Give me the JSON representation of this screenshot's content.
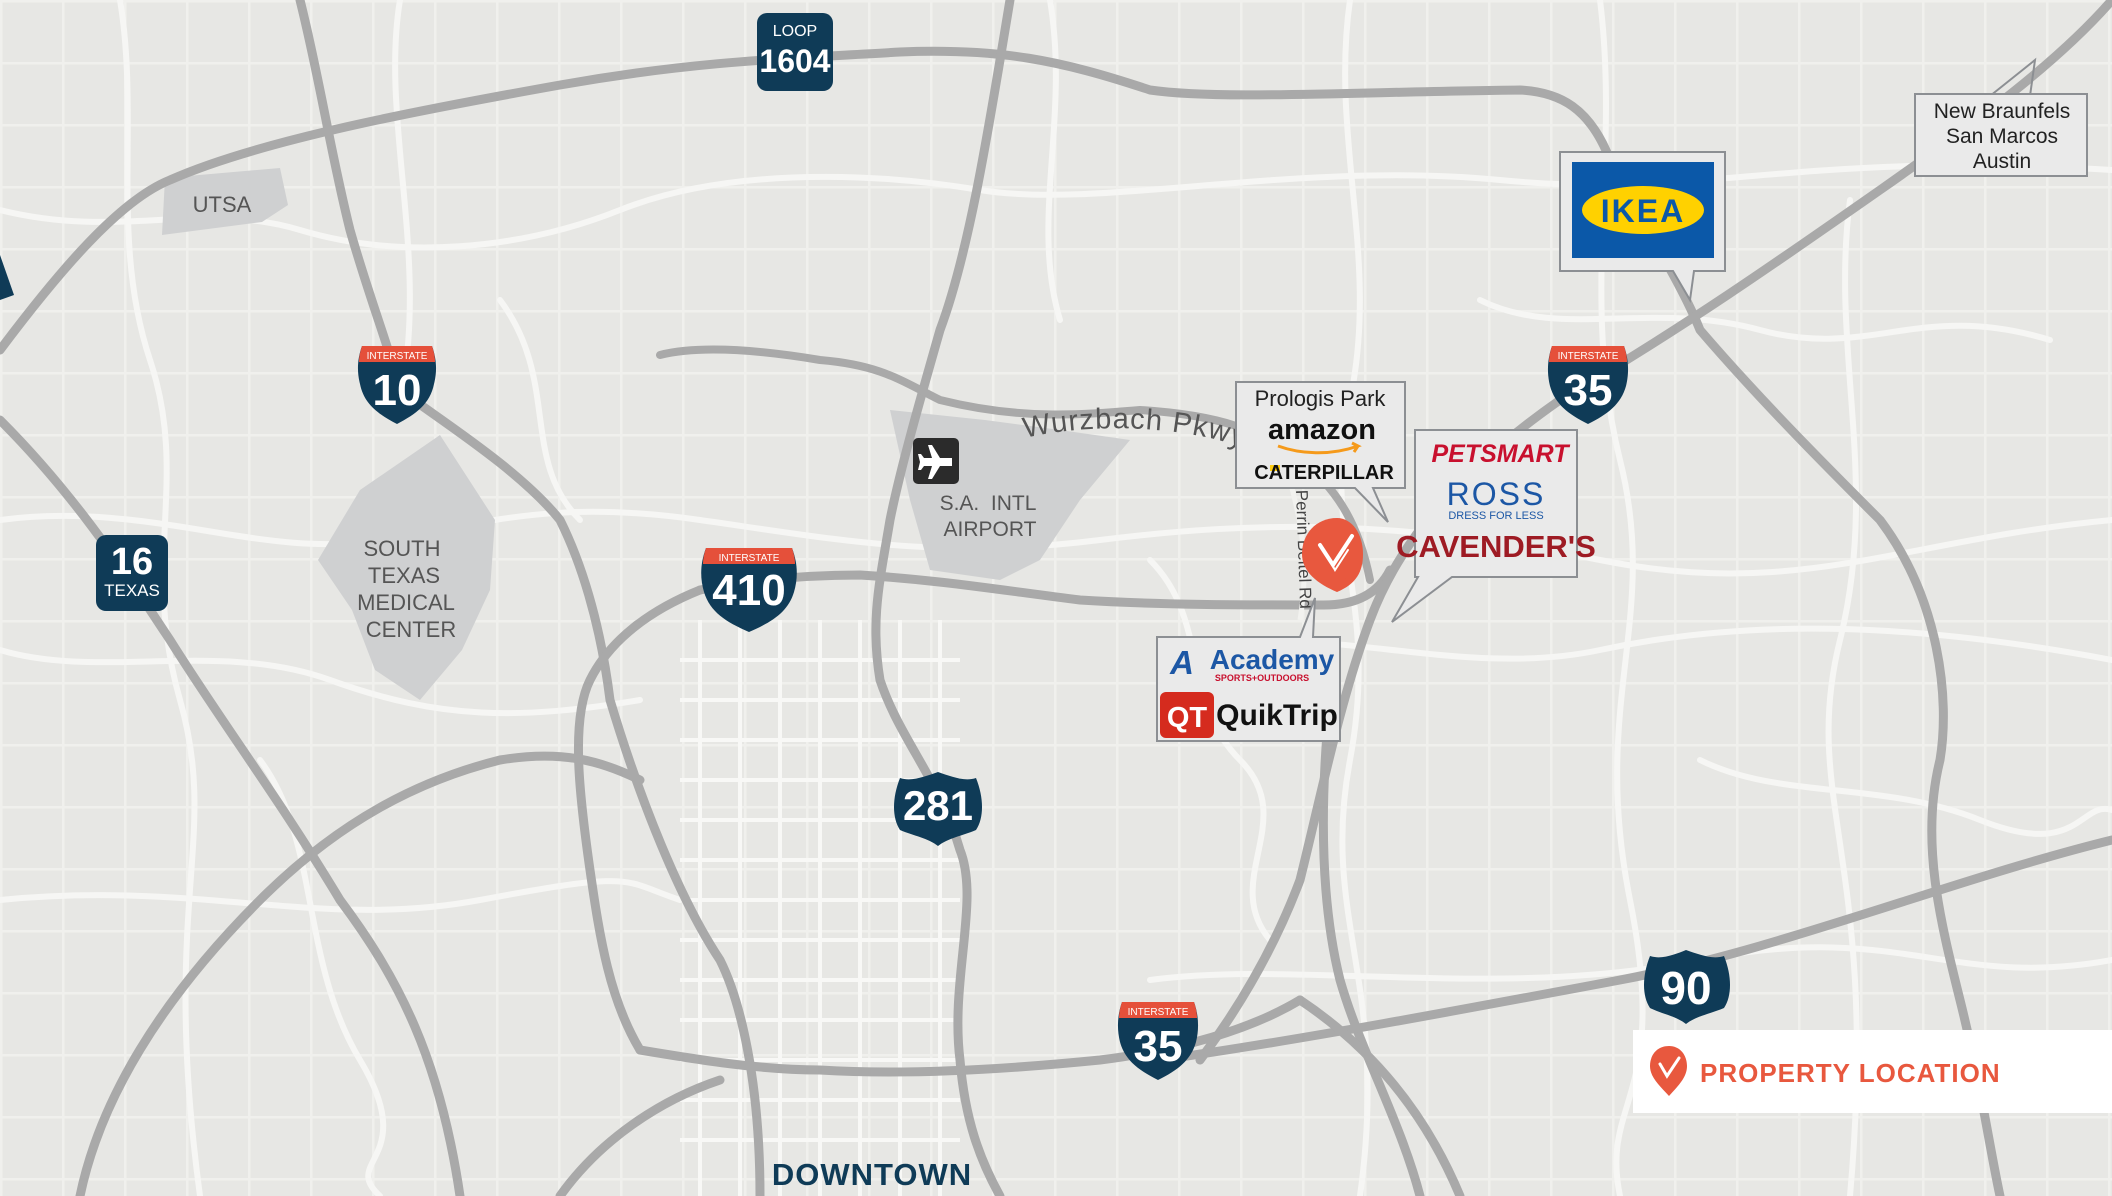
{
  "colors": {
    "land": "#e7e7e4",
    "minor_road": "#f6f6f4",
    "major_road": "#a9a9a9",
    "area_fill": "#cfd0d1",
    "shield_dark": "#0f3b57",
    "shield_red": "#e5503a",
    "accent": "#e8583e",
    "ikea_blue": "#0b58a8",
    "ikea_yellow": "#ffd100",
    "callout_fill": "#eaeaea",
    "callout_stroke": "#8c8f93"
  },
  "shields": {
    "interstate_tag": "INTERSTATE",
    "loop1604_top": "LOOP",
    "loop1604_num": "1604",
    "i10": "10",
    "i410": "410",
    "i35_north": "35",
    "i35_south": "35",
    "us281": "281",
    "us90": "90",
    "tx16_num": "16",
    "tx16_state": "TEXAS"
  },
  "places": {
    "utsa": "UTSA",
    "medical": [
      "SOUTH",
      "TEXAS",
      "MEDICAL",
      "CENTER"
    ],
    "airport": [
      "S.A.  INTL",
      "AIRPORT"
    ],
    "downtown": "DOWNTOWN",
    "wurzbach": "Wurzbach Pkwy",
    "perrin": "Perrin Beitel Rd",
    "north_dest": [
      "New Braunfels",
      "San Marcos",
      "Austin"
    ]
  },
  "callouts": {
    "ikea": "IKEA",
    "prologis_title": "Prologis Park",
    "amazon": "amazon",
    "caterpillar": "CATERPILLAR",
    "petsmart": "PETSMART",
    "ross": "ROSS",
    "ross_tag": "DRESS FOR LESS",
    "cavenders": "CAVENDER'S",
    "academy": "Academy",
    "academy_tag": "SPORTS+OUTDOORS",
    "qt": "QT",
    "quiktrip": "QuikTrip"
  },
  "legend": {
    "label": "PROPERTY LOCATION"
  }
}
